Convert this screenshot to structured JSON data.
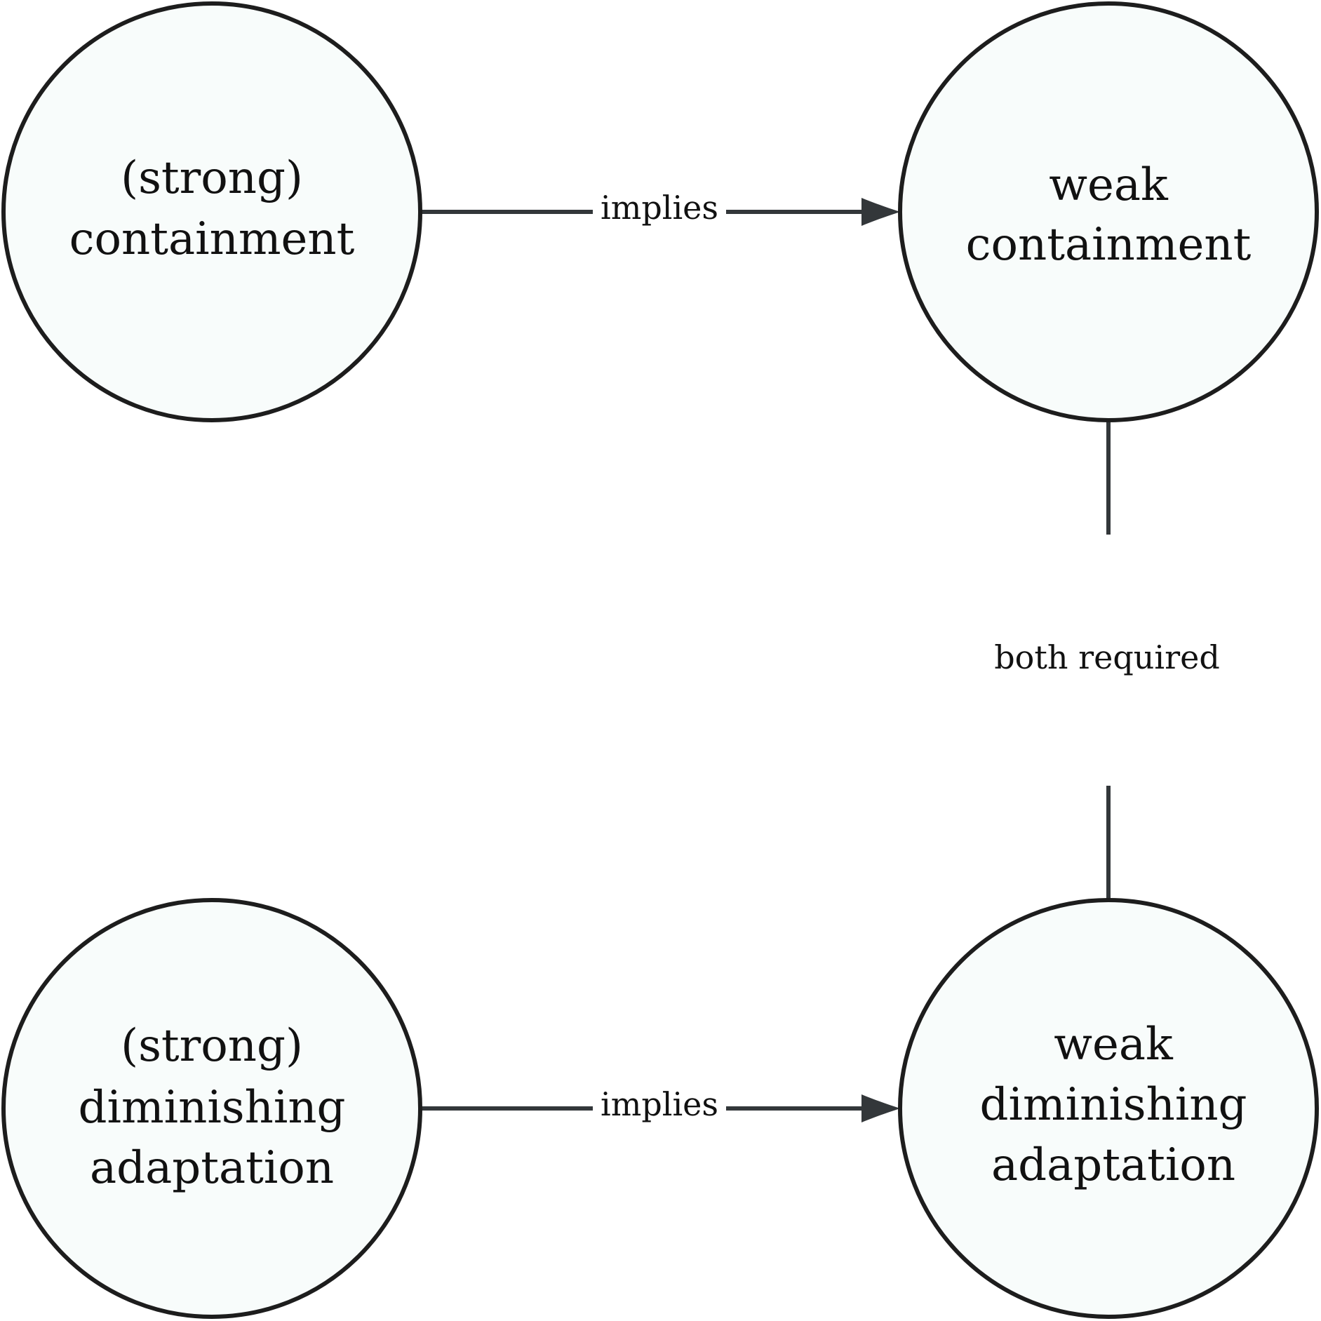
{
  "nodes": {
    "strong_containment": {
      "lines": [
        "(strong)",
        "containment"
      ]
    },
    "weak_containment": {
      "lines": [
        "weak",
        "containment"
      ]
    },
    "strong_diminishing_adaptation": {
      "lines": [
        "(strong)",
        "diminishing",
        "adaptation"
      ]
    },
    "weak_diminishing_adaptation": {
      "lines": [
        "weak",
        "diminishing",
        "adaptation"
      ]
    }
  },
  "edges": {
    "top_implies": {
      "label": "implies"
    },
    "bottom_implies": {
      "label": "implies"
    },
    "both_required": {
      "label": "both required"
    }
  },
  "colors": {
    "node_fill": "#f8fcfb",
    "node_stroke": "#1d1d1d",
    "edge": "#33373a"
  }
}
